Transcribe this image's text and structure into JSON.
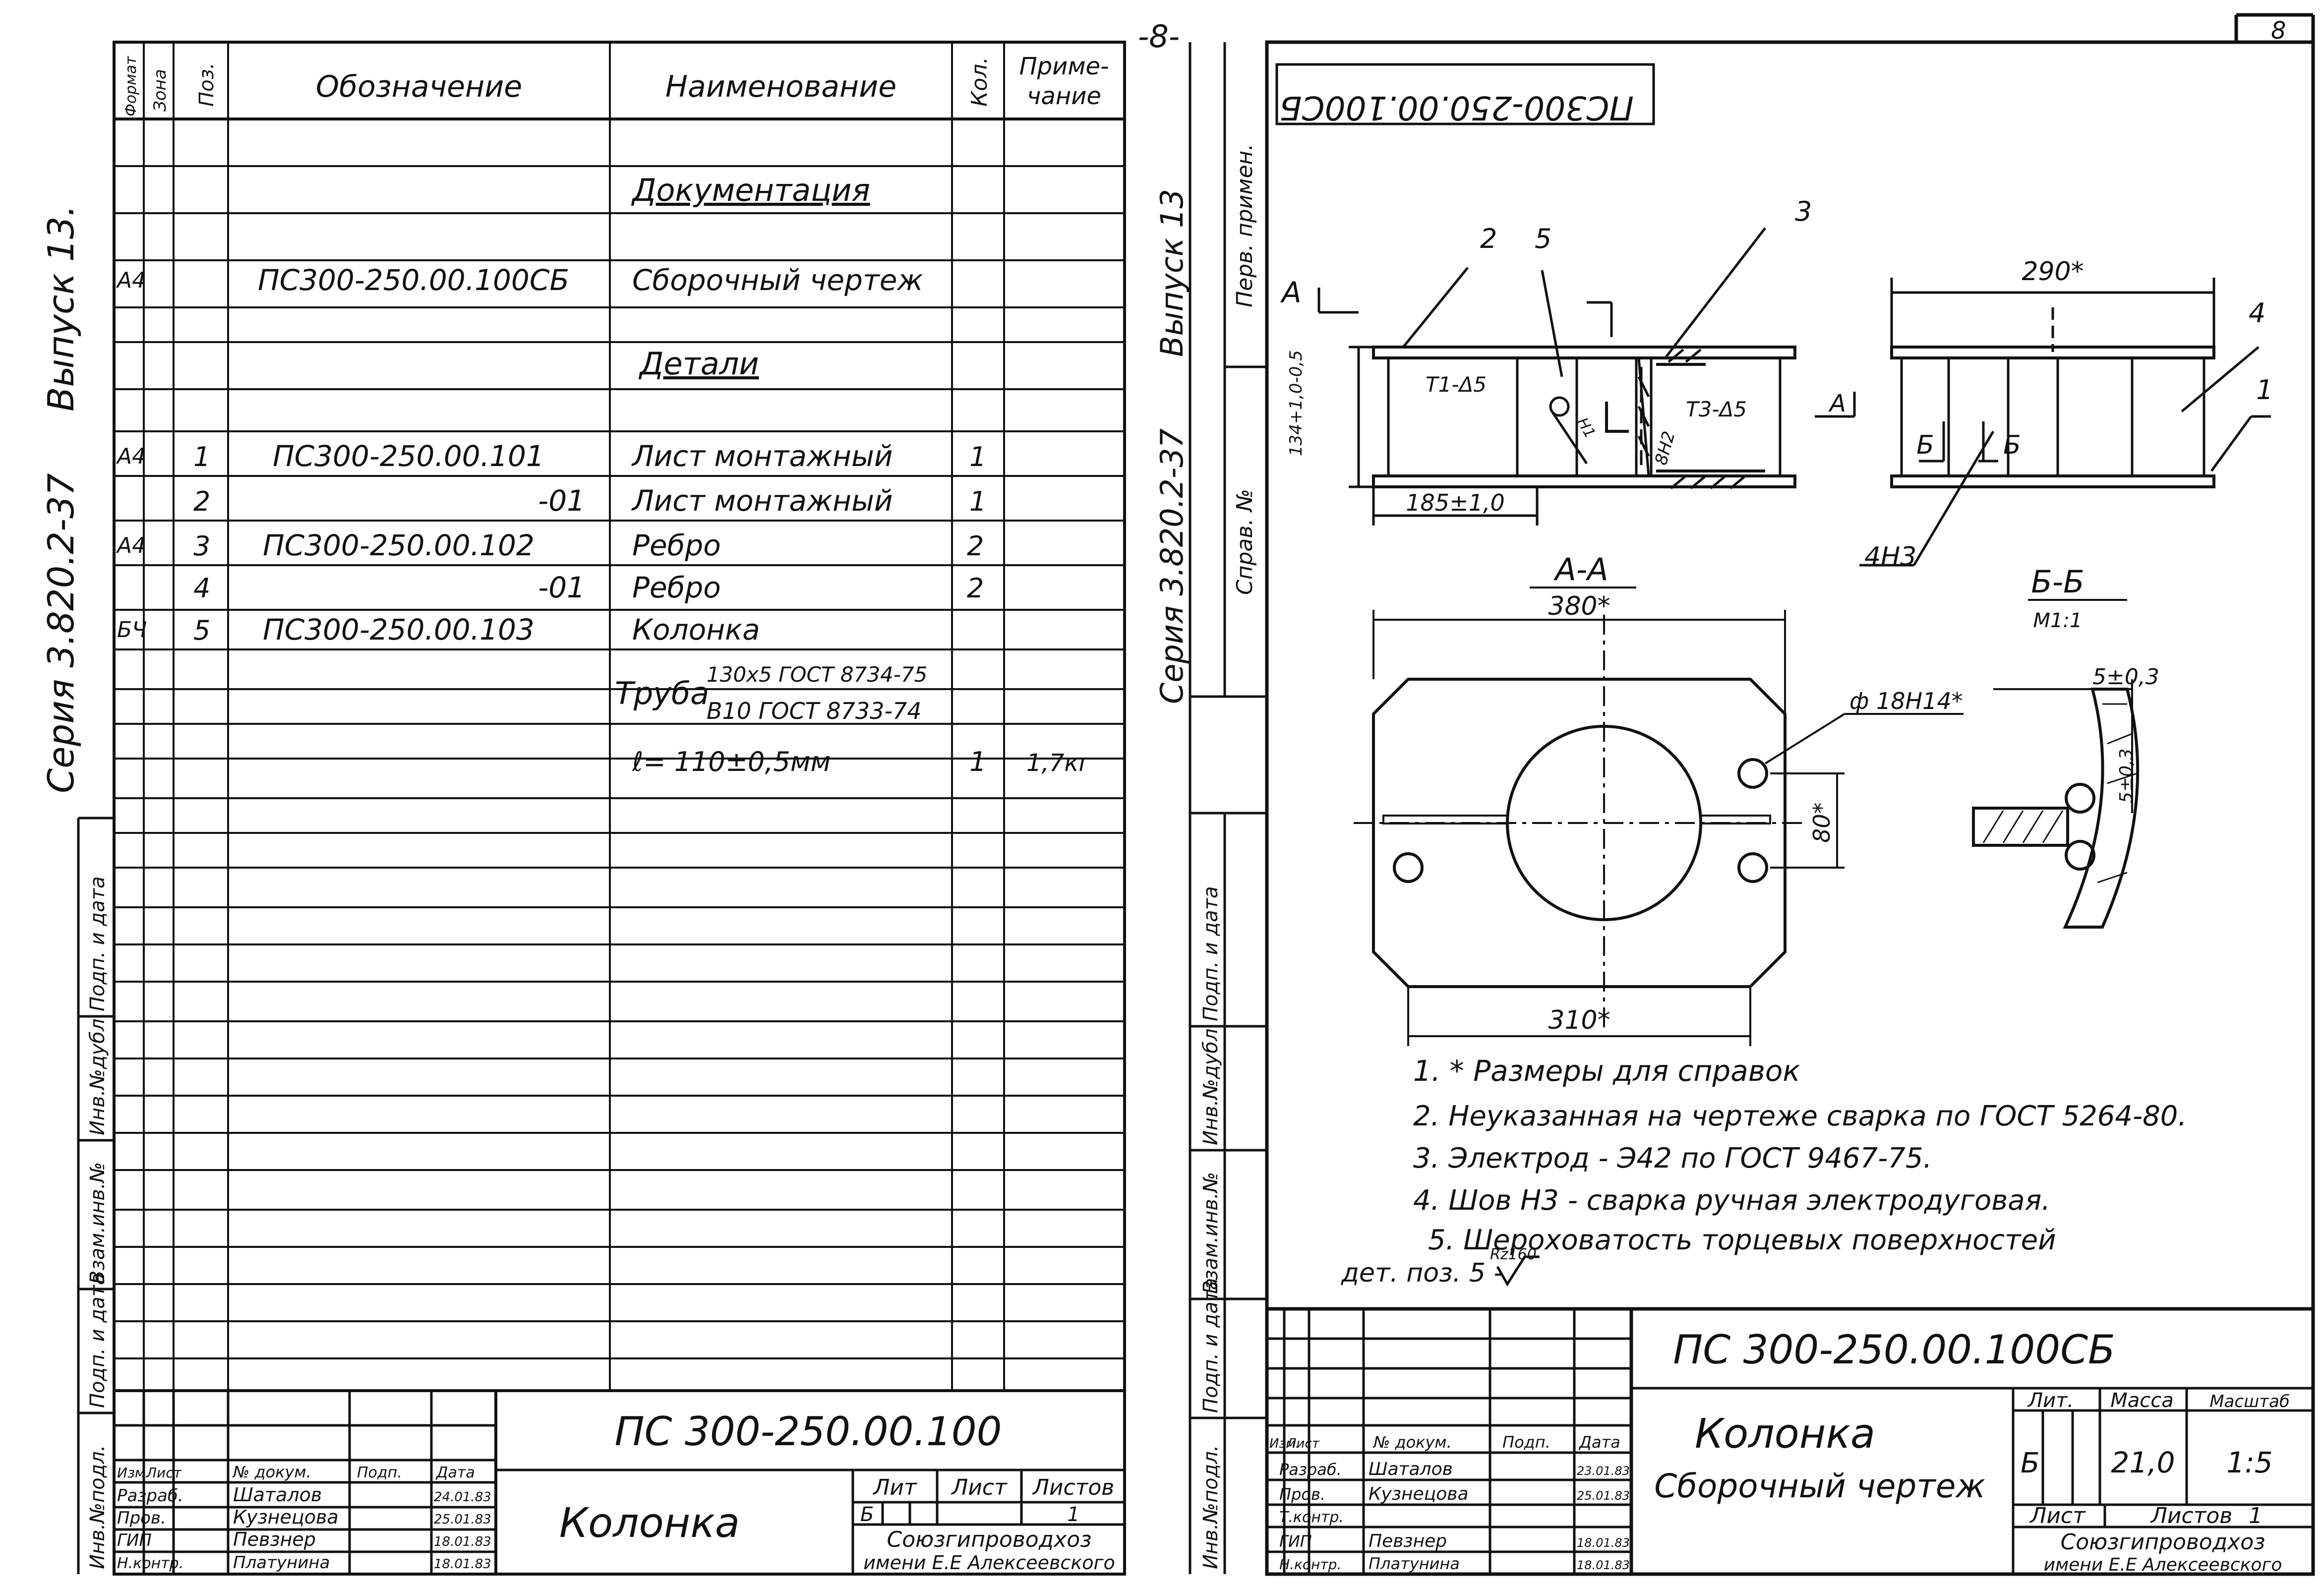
{
  "sheet_number": "8",
  "top_sheet_mark": "-8-",
  "left_margin": {
    "series": "Серия 3.820.2-37",
    "issue": "Выпуск 13.",
    "stamp_labels": [
      "Инв.№подл.",
      "Подп. и дата",
      "Взам.инв.№",
      "Инв.№дубл.",
      "Подп. и дата"
    ]
  },
  "mid_margin": {
    "series": "Серия 3.820.2-37",
    "issue": "Выпуск 13",
    "first_use": "Перв. примен.",
    "ref_no": "Справ. №",
    "stamp_labels": [
      "Подп. и дата",
      "Инв.№дубл.",
      "Взам.инв.№",
      "Подп. и дата",
      "Инв.№подл."
    ]
  },
  "spec": {
    "headers": {
      "format": "Формат",
      "zone": "Зона",
      "pos": "Поз.",
      "designation": "Обозначение",
      "name": "Наименование",
      "qty": "Кол.",
      "note": "Приме-\nчание"
    },
    "rows": [
      {
        "format": "",
        "zone": "",
        "pos": "",
        "designation": "",
        "name": "Документация",
        "underline": true,
        "qty": "",
        "note": ""
      },
      {
        "format": "А4",
        "zone": "",
        "pos": "",
        "designation": "ПС300-250.00.100СБ",
        "name": "Сборочный чертеж",
        "qty": "",
        "note": ""
      },
      {
        "format": "",
        "zone": "",
        "pos": "",
        "designation": "",
        "name": "Детали",
        "underline": true,
        "qty": "",
        "note": ""
      },
      {
        "format": "А4",
        "zone": "",
        "pos": "1",
        "designation": "ПС300-250.00.101",
        "name": "Лист монтажный",
        "qty": "1",
        "note": ""
      },
      {
        "format": "",
        "zone": "",
        "pos": "2",
        "designation": "-01",
        "name": "Лист монтажный",
        "qty": "1",
        "note": ""
      },
      {
        "format": "А4",
        "zone": "",
        "pos": "3",
        "designation": "ПС300-250.00.102",
        "name": "Ребро",
        "qty": "2",
        "note": ""
      },
      {
        "format": "",
        "zone": "",
        "pos": "4",
        "designation": "-01",
        "name": "Ребро",
        "qty": "2",
        "note": ""
      },
      {
        "format": "БЧ",
        "zone": "",
        "pos": "5",
        "designation": "ПС300-250.00.103",
        "name": "Колонка",
        "qty": "",
        "note": ""
      },
      {
        "format": "",
        "zone": "",
        "pos": "",
        "designation": "",
        "name": "Труба",
        "pipe_spec_1": "130х5 ГОСТ 8734-75",
        "pipe_spec_2": "В10 ГОСТ 8733-74",
        "qty": "",
        "note": ""
      },
      {
        "format": "",
        "zone": "",
        "pos": "",
        "designation": "",
        "name": "ℓ= 110±0,5мм",
        "qty": "1",
        "note": "1,7кг"
      }
    ]
  },
  "spec_title_block": {
    "document_code": "ПС 300-250.00.100",
    "product_name": "Колонка",
    "column_headers": [
      "Изм.",
      "Лист",
      "№ докум.",
      "Подп.",
      "Дата"
    ],
    "people": [
      {
        "role": "Разраб.",
        "name": "Шаталов",
        "date": "24.01.83"
      },
      {
        "role": "Пров.",
        "name": "Кузнецова",
        "date": "25.01.83"
      },
      {
        "role": "ГИП",
        "name": "Певзнер",
        "date": "18.01.83"
      },
      {
        "role": "Н.контр.",
        "name": "Платунина",
        "date": "18.01.83"
      }
    ],
    "lit_label": "Лит",
    "sheet_label": "Лист",
    "sheets_label": "Листов",
    "lit": "Б",
    "sheets": "1",
    "org_line1": "Союзгипроводхоз",
    "org_line2": "имени Е.Е Алексеевского"
  },
  "drawing": {
    "mirrored_code": "ПС300-250.00.100СБ",
    "section_aa": "А-А",
    "section_bb": "Б-Б",
    "scale_bb": "М1:1",
    "dim_290": "290*",
    "dim_380": "380*",
    "dim_310": "310*",
    "dim_80": "80*",
    "dim_185": "185±1,0",
    "dim_134": "134+1,0-0,5",
    "hole": "ф 18Н14*",
    "weld_5a": "5±0,3",
    "weld_5b": "5±0,3",
    "weld_t1": "Т1-Δ5",
    "weld_t3": "Т3-Δ5",
    "weld_8": "8Н2",
    "weld_n1": "Н1",
    "weld_4n3": "4Н3",
    "leaders": [
      "2",
      "5",
      "3",
      "4",
      "1"
    ],
    "view_a": "А",
    "view_b": "Б",
    "notes": [
      "1. * Размеры для справок",
      "2. Неуказанная на чертеже сварка по ГОСТ 5264-80.",
      "3. Электрод - Э42 по ГОСТ 9467-75.",
      "4. Шов Н3 - сварка ручная электродуговая.",
      "5. Шероховатость торцевых поверхностей"
    ],
    "note5_tail": "дет. поз. 5 -",
    "roughness": "Rz160"
  },
  "drawing_title_block": {
    "document_code": "ПС 300-250.00.100СБ",
    "product_name": "Колонка",
    "doc_type": "Сборочный чертеж",
    "column_headers": [
      "Изм.",
      "Лист",
      "№ докум.",
      "Подп.",
      "Дата"
    ],
    "people": [
      {
        "role": "Разраб.",
        "name": "Шаталов",
        "date": "23.01.83"
      },
      {
        "role": "Пров.",
        "name": "Кузнецова",
        "date": "25.01.83"
      },
      {
        "role": "Т.контр.",
        "name": "",
        "date": ""
      },
      {
        "role": "ГИП",
        "name": "Певзнер",
        "date": "18.01.83"
      },
      {
        "role": "Н.контр.",
        "name": "Платунина",
        "date": "18.01.83"
      }
    ],
    "lit_label": "Лит.",
    "mass_label": "Масса",
    "scale_label": "Масштаб",
    "lit": "Б",
    "mass": "21,0",
    "scale": "1:5",
    "sheet_label": "Лист",
    "sheets_label": "Листов",
    "sheets": "1",
    "org_line1": "Союзгипроводхоз",
    "org_line2": "имени Е.Е Алексеевского"
  }
}
